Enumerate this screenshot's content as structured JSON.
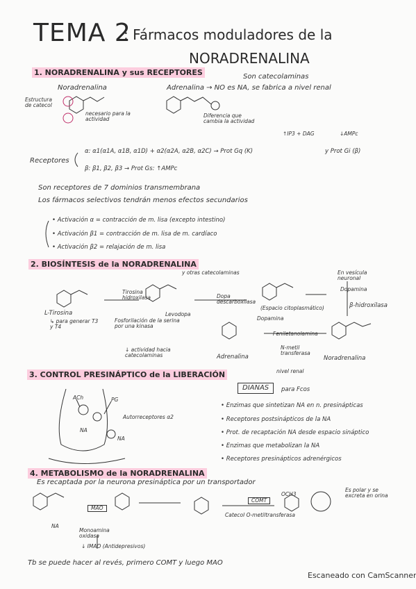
{
  "title": {
    "main": "TEMA 2",
    "rest": ": Fármacos moduladores de la",
    "line2": "NORADRENALINA"
  },
  "s1": {
    "heading": "1. NORADRENALINA y sus RECEPTORES",
    "son_cat": "Son catecolaminas",
    "noradrenalina": "Noradrenalina",
    "adrenalina": "Adrenalina → NO es NA, se fabrica a nivel renal",
    "estructura": "Estructura de catecol",
    "necesario": "necesario para la actividad",
    "diferencia": "Diferencia que cambia la actividad",
    "ip3": "↑IP3 + DAG",
    "ampc": "↓AMPc",
    "receptores": "Receptores",
    "alpha": "α: α1(α1A, α1B, α1D) + α2(α2A, α2B, α2C) → Prot Gq (K)",
    "y_gi": "y Prot Gi (β)",
    "beta": "β: β1, β2, β3 → Prot Gs: ↑AMPc",
    "tm": "Son receptores de 7 dominios transmembrana",
    "selectivos": "Los fármacos selectivos tendrán menos efectos secundarios",
    "act1": "• Activación α = contracción de m. lisa (excepto intestino)",
    "act2": "• Activación β1 = contracción de m. lisa de m. cardíaco",
    "act3": "• Activación β2 = relajación de m. lisa"
  },
  "s2": {
    "heading": "2. BIOSÍNTESIS de la NORADRENALINA",
    "otras": "y otras catecolaminas",
    "vesicula": "En vesícula neuronal",
    "tirosina_h": "Tirosina hidroxilasa",
    "dopa_d": "Dopa descarboxilasa",
    "espacio": "(Espacio citoplasmático)",
    "ltirosina": "L-Tirosina",
    "para_t3": "↳ para generar T3 y T4",
    "fosforilacion": "Fosforilación de la serina por una kinasa",
    "actividad": "↓ actividad hacia catecolaminas",
    "levodopa": "Levodopa",
    "dopamina": "Dopamina",
    "dopamina2": "Dopamina",
    "bhidrox": "β-hidroxilasa",
    "feniletanol": "Feniletanolamina",
    "nmetil": "N-metil transferasa",
    "adrenalina": "Adrenalina",
    "noradrenalina": "Noradrenalina",
    "nivel": "nivel renal"
  },
  "s3": {
    "heading": "3. CONTROL PRESINÁPTICO de la LIBERACIÓN",
    "ach": "ACh",
    "pg": "PG",
    "autor": "Autorreceptores α2",
    "na1": "NA",
    "na2": "NA",
    "dianas": "DIANAS",
    "para": "para Fcos",
    "items": [
      "• Enzimas que sintetizan NA en n. presinápticas",
      "• Receptores postsinápticos de la NA",
      "• Prot. de recaptación NA desde espacio sináptico",
      "• Enzimas que metabolizan la NA",
      "• Receptores presinápticos adrenérgicos"
    ]
  },
  "s4": {
    "heading": "4. METABOLISMO de la NORADRENALINA",
    "recaptada": "Es recaptada por la neurona presináptica por un transportador",
    "mao": "MAO",
    "comt": "COMT",
    "na": "NA",
    "monoamina": "Monoamina oxidasa",
    "imao": "↓ IMAO (Antidepresivos)",
    "catecol": "Catecol O-metiltransferasa",
    "polar": "Es polar y se excreta en orina",
    "och3": "OCH3",
    "footer": "Tb se puede hacer al revés, primero COMT y luego MAO"
  },
  "scanner": "Escaneado con CamScanner"
}
